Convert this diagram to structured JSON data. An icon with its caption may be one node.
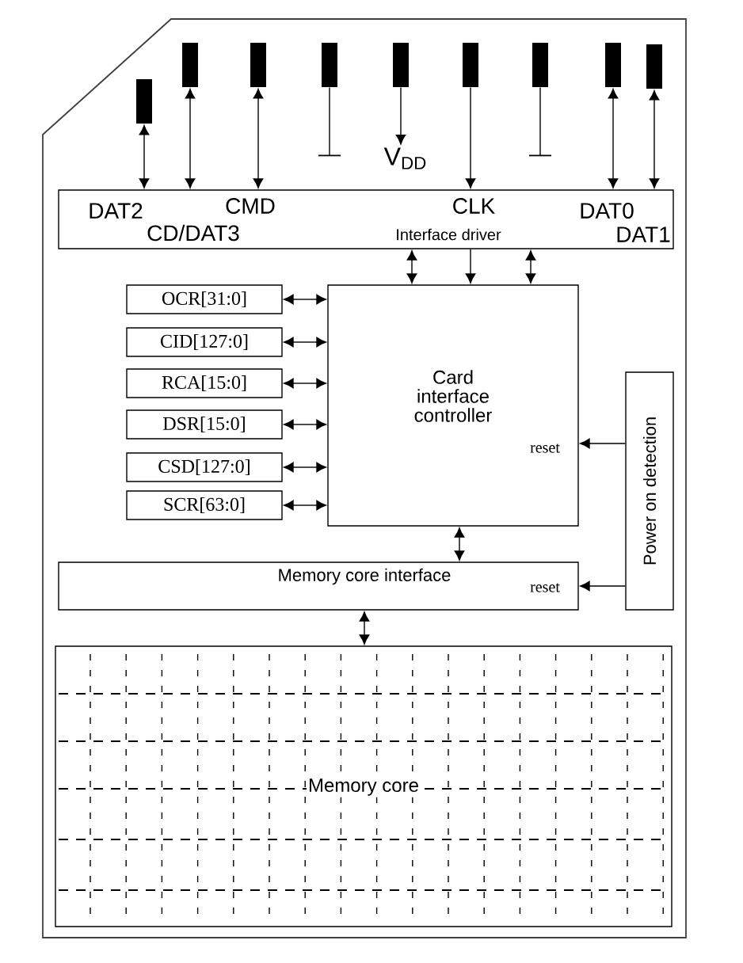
{
  "diagram": {
    "nodes": [
      {
        "text": [],
        "shape": "bar"
      },
      {
        "text": [],
        "shape": "bar"
      },
      {
        "text": [],
        "shape": "bar"
      },
      {
        "text": [],
        "shape": "bar"
      },
      {
        "text": [],
        "shape": "bar"
      },
      {
        "text": [],
        "shape": "bar"
      },
      {
        "text": [],
        "shape": "bar"
      },
      {
        "text": [],
        "shape": "bar"
      },
      {
        "text": [],
        "shape": "bar"
      },
      {
        "text": [
          "DAT2",
          "CMD",
          "CLK",
          "DAT0",
          "CD/DAT3",
          "Interface driver",
          "DAT1"
        ]
      },
      {
        "text": [
          "OCR[31:0]"
        ]
      },
      {
        "text": [
          "CID[127:0]"
        ]
      },
      {
        "text": [
          "RCA[15:0]"
        ]
      },
      {
        "text": [
          "DSR[15:0]"
        ]
      },
      {
        "text": [
          "CSD[127:0]"
        ]
      },
      {
        "text": [
          "SCR[63:0]"
        ]
      },
      {
        "text": [
          "Card interface controller",
          "reset"
        ]
      },
      {
        "text": [
          "Power on detection"
        ]
      },
      {
        "text": [
          "Memory core interface",
          "reset"
        ]
      },
      {
        "text": [
          "Memory core"
        ]
      },
      {
        "text": [
          "V$_{DD}$"
        ]
      }
    ],
    "edges": [
      {
        "from": 0,
        "to": 9,
        "arrow": "both"
      },
      {
        "from": 1,
        "to": 9,
        "arrow": "both"
      },
      {
        "from": 2,
        "to": 9,
        "arrow": "both"
      },
      {
        "from": 3,
        "to": null,
        "arrow": "none"
      },
      {
        "from": 4,
        "to": 20,
        "arrow": "to"
      },
      {
        "from": 5,
        "to": 9,
        "arrow": "to"
      },
      {
        "from": 6,
        "to": null,
        "arrow": "none"
      },
      {
        "from": 7,
        "to": 9,
        "arrow": "both"
      },
      {
        "from": 8,
        "to": 9,
        "arrow": "both"
      },
      {
        "from": 9,
        "to": 16,
        "arrow": "both"
      },
      {
        "from": 9,
        "to": 16,
        "arrow": "to"
      },
      {
        "from": 9,
        "to": 16,
        "arrow": "both"
      },
      {
        "from": 10,
        "to": 16,
        "arrow": "both"
      },
      {
        "from": 11,
        "to": 16,
        "arrow": "both"
      },
      {
        "from": 12,
        "to": 16,
        "arrow": "both"
      },
      {
        "from": 13,
        "to": 16,
        "arrow": "both"
      },
      {
        "from": 14,
        "to": 16,
        "arrow": "both"
      },
      {
        "from": 15,
        "to": 16,
        "arrow": "both"
      },
      {
        "from": 17,
        "to": 16,
        "arrow": "to"
      },
      {
        "from": 17,
        "to": 18,
        "arrow": "to"
      },
      {
        "from": 16,
        "to": 18,
        "arrow": "both"
      },
      {
        "from": 18,
        "to": 19,
        "arrow": "both"
      }
    ]
  }
}
